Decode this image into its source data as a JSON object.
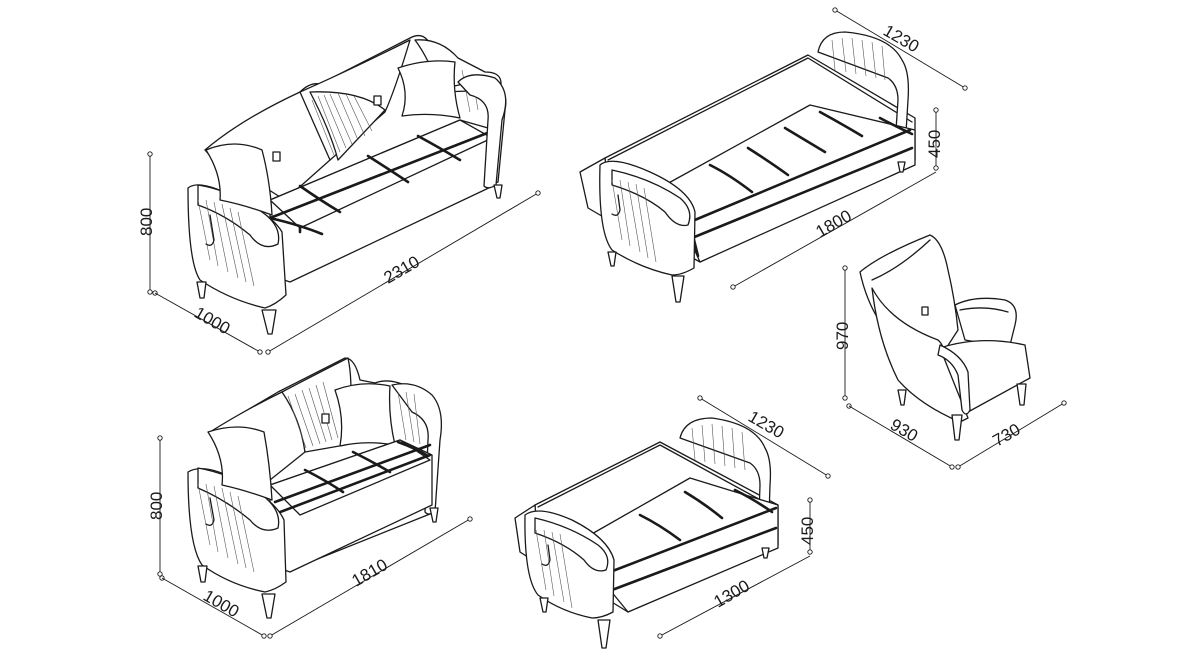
{
  "views": [
    {
      "id": "sofa-three-seat",
      "dimensions": {
        "height": "800",
        "depth": "1000",
        "width": "2310"
      }
    },
    {
      "id": "sofa-bed-three-seat",
      "dimensions": {
        "depth": "1230",
        "seat_height": "450",
        "width": "1800"
      }
    },
    {
      "id": "armchair",
      "dimensions": {
        "height": "970",
        "depth": "930",
        "width": "730"
      }
    },
    {
      "id": "sofa-two-seat",
      "dimensions": {
        "height": "800",
        "depth": "1000",
        "width": "1810"
      }
    },
    {
      "id": "sofa-bed-two-seat",
      "dimensions": {
        "depth": "1230",
        "seat_height": "450",
        "width": "1300"
      }
    }
  ],
  "colors": {
    "line": "#1a1a1a",
    "background": "#ffffff"
  }
}
